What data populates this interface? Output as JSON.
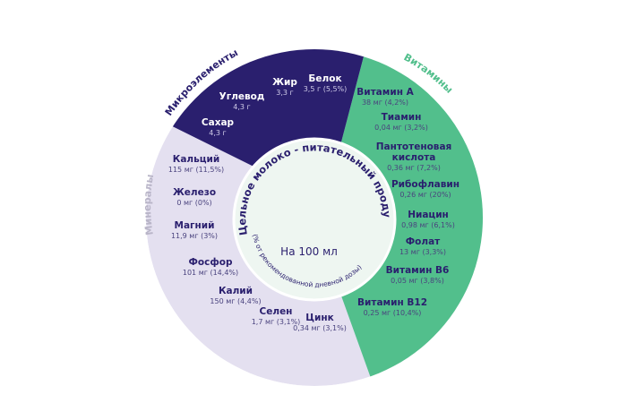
{
  "colors": {
    "macro": "#2a1f6e",
    "vitamins": "#52bf8c",
    "minerals": "#e4e0f0",
    "center": "#eef6f1",
    "minerals_label": "#b9b5c8"
  },
  "center": {
    "title": "Цельное молоко - питательный продукт",
    "per": "На 100 мл",
    "note": "(% от рекомендованной дневной дозы)"
  },
  "groups": {
    "macro": "Микроэлементы",
    "vitamins": "Витамины",
    "minerals": "Минералы"
  },
  "macro": [
    {
      "name": "Белок",
      "value": "3,5 г (5,5%)"
    },
    {
      "name": "Жир",
      "value": "3,3 г"
    },
    {
      "name": "Углевод",
      "value": "4,3 г"
    },
    {
      "name": "Сахар",
      "value": "4,3 г"
    }
  ],
  "minerals": [
    {
      "name": "Кальций",
      "value": "115 мг (11,5%)"
    },
    {
      "name": "Железо",
      "value": "0 мг (0%)"
    },
    {
      "name": "Магний",
      "value": "11,9 мг (3%)"
    },
    {
      "name": "Фосфор",
      "value": "101 мг (14,4%)"
    },
    {
      "name": "Калий",
      "value": "150 мг (4,4%)"
    },
    {
      "name": "Селен",
      "value": "1,7 мг (3,1%)"
    },
    {
      "name": "Цинк",
      "value": "0,34 мг (3,1%)"
    }
  ],
  "vitamins": [
    {
      "name": "Витамин A",
      "value": "38 мг (4,2%)"
    },
    {
      "name": "Тиамин",
      "value": "0,04 мг (3,2%)"
    },
    {
      "name": "Пантотеновая",
      "name2": "кислота",
      "value": "0,36 мг (7,2%)"
    },
    {
      "name": "Рибофлавин",
      "value": "0,26 мг (20%)"
    },
    {
      "name": "Ниацин",
      "value": "0,98 мг (6,1%)"
    },
    {
      "name": "Фолат",
      "value": "13 мг (3,3%)"
    },
    {
      "name": "Витамин B6",
      "value": "0,05 мг (3,8%)"
    },
    {
      "name": "Витамин B12",
      "value": "0,25 мг (10,4%)"
    }
  ]
}
